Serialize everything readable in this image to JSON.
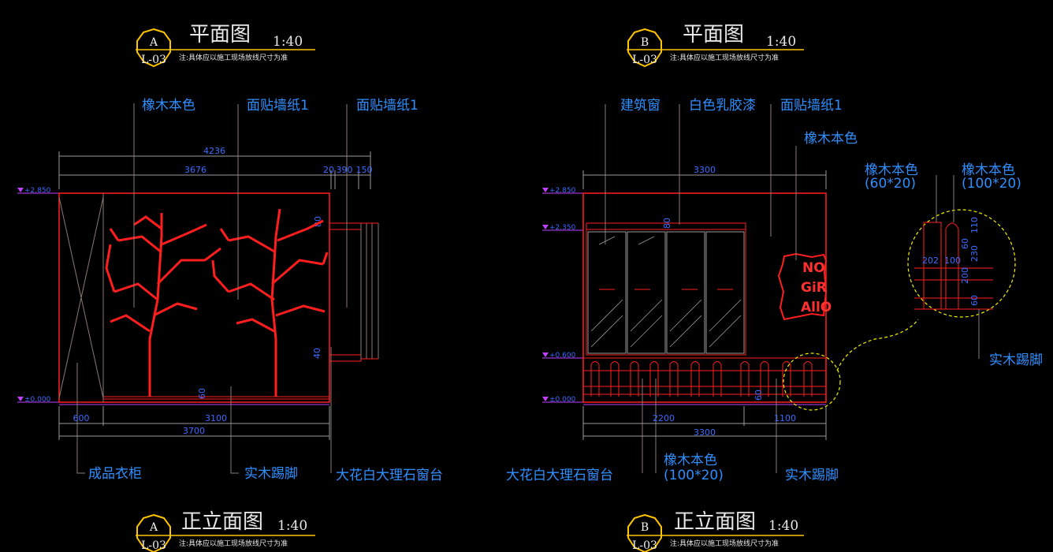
{
  "title_blocks": [
    {
      "id": "top-a",
      "letter": "A",
      "sheet": "L-03",
      "title": "平面图",
      "scale": "1:40",
      "note": "注:具体应以施工现场放线尺寸为准"
    },
    {
      "id": "top-b",
      "letter": "B",
      "sheet": "L-03",
      "title": "平面图",
      "scale": "1:40",
      "note": "注:具体应以施工现场放线尺寸为准"
    },
    {
      "id": "bot-a",
      "letter": "A",
      "sheet": "L-03",
      "title": "正立面图",
      "scale": "1:40",
      "note": "注:具体应以施工现场放线尺寸为准"
    },
    {
      "id": "bot-b",
      "letter": "B",
      "sheet": "L-03",
      "title": "正立面图",
      "scale": "1:40",
      "note": "注:具体应以施工现场放线尺寸为准"
    }
  ],
  "elevation_a": {
    "callouts_top": [
      "橡木本色",
      "面贴墙纸1",
      "面贴墙纸1"
    ],
    "callouts_bottom": [
      "成品衣柜",
      "实木踢脚",
      "大花白大理石窗台"
    ],
    "dims_top": [
      "4236",
      "3676",
      "20",
      "390",
      "150"
    ],
    "dims_bottom": [
      "600",
      "3100",
      "3700"
    ],
    "dims_side": [
      "80",
      "40",
      "60"
    ],
    "levels": [
      "+2.850",
      "±0.000"
    ]
  },
  "elevation_b": {
    "callouts_top": [
      "建筑窗",
      "白色乳胶漆",
      "面贴墙纸1",
      "橡木本色"
    ],
    "callouts_bottom": [
      "大花白大理石窗台",
      "橡木本色",
      "(100*20)",
      "实木踢脚"
    ],
    "dims_top": [
      "3300"
    ],
    "dims_bottom": [
      "2200",
      "1100",
      "3300"
    ],
    "dims_side": [
      "80",
      "60"
    ],
    "levels": [
      "+2.850",
      "+2.350",
      "+0.600",
      "±0.000"
    ],
    "sign_text": [
      "NO",
      "GiR",
      "AllO"
    ]
  },
  "detail": {
    "callouts": [
      "橡木本色",
      "(60*20)",
      "橡木本色",
      "(100*20)",
      "实木踢脚"
    ],
    "dims": [
      "202",
      "100",
      "110",
      "60",
      "230",
      "200",
      "60"
    ]
  }
}
